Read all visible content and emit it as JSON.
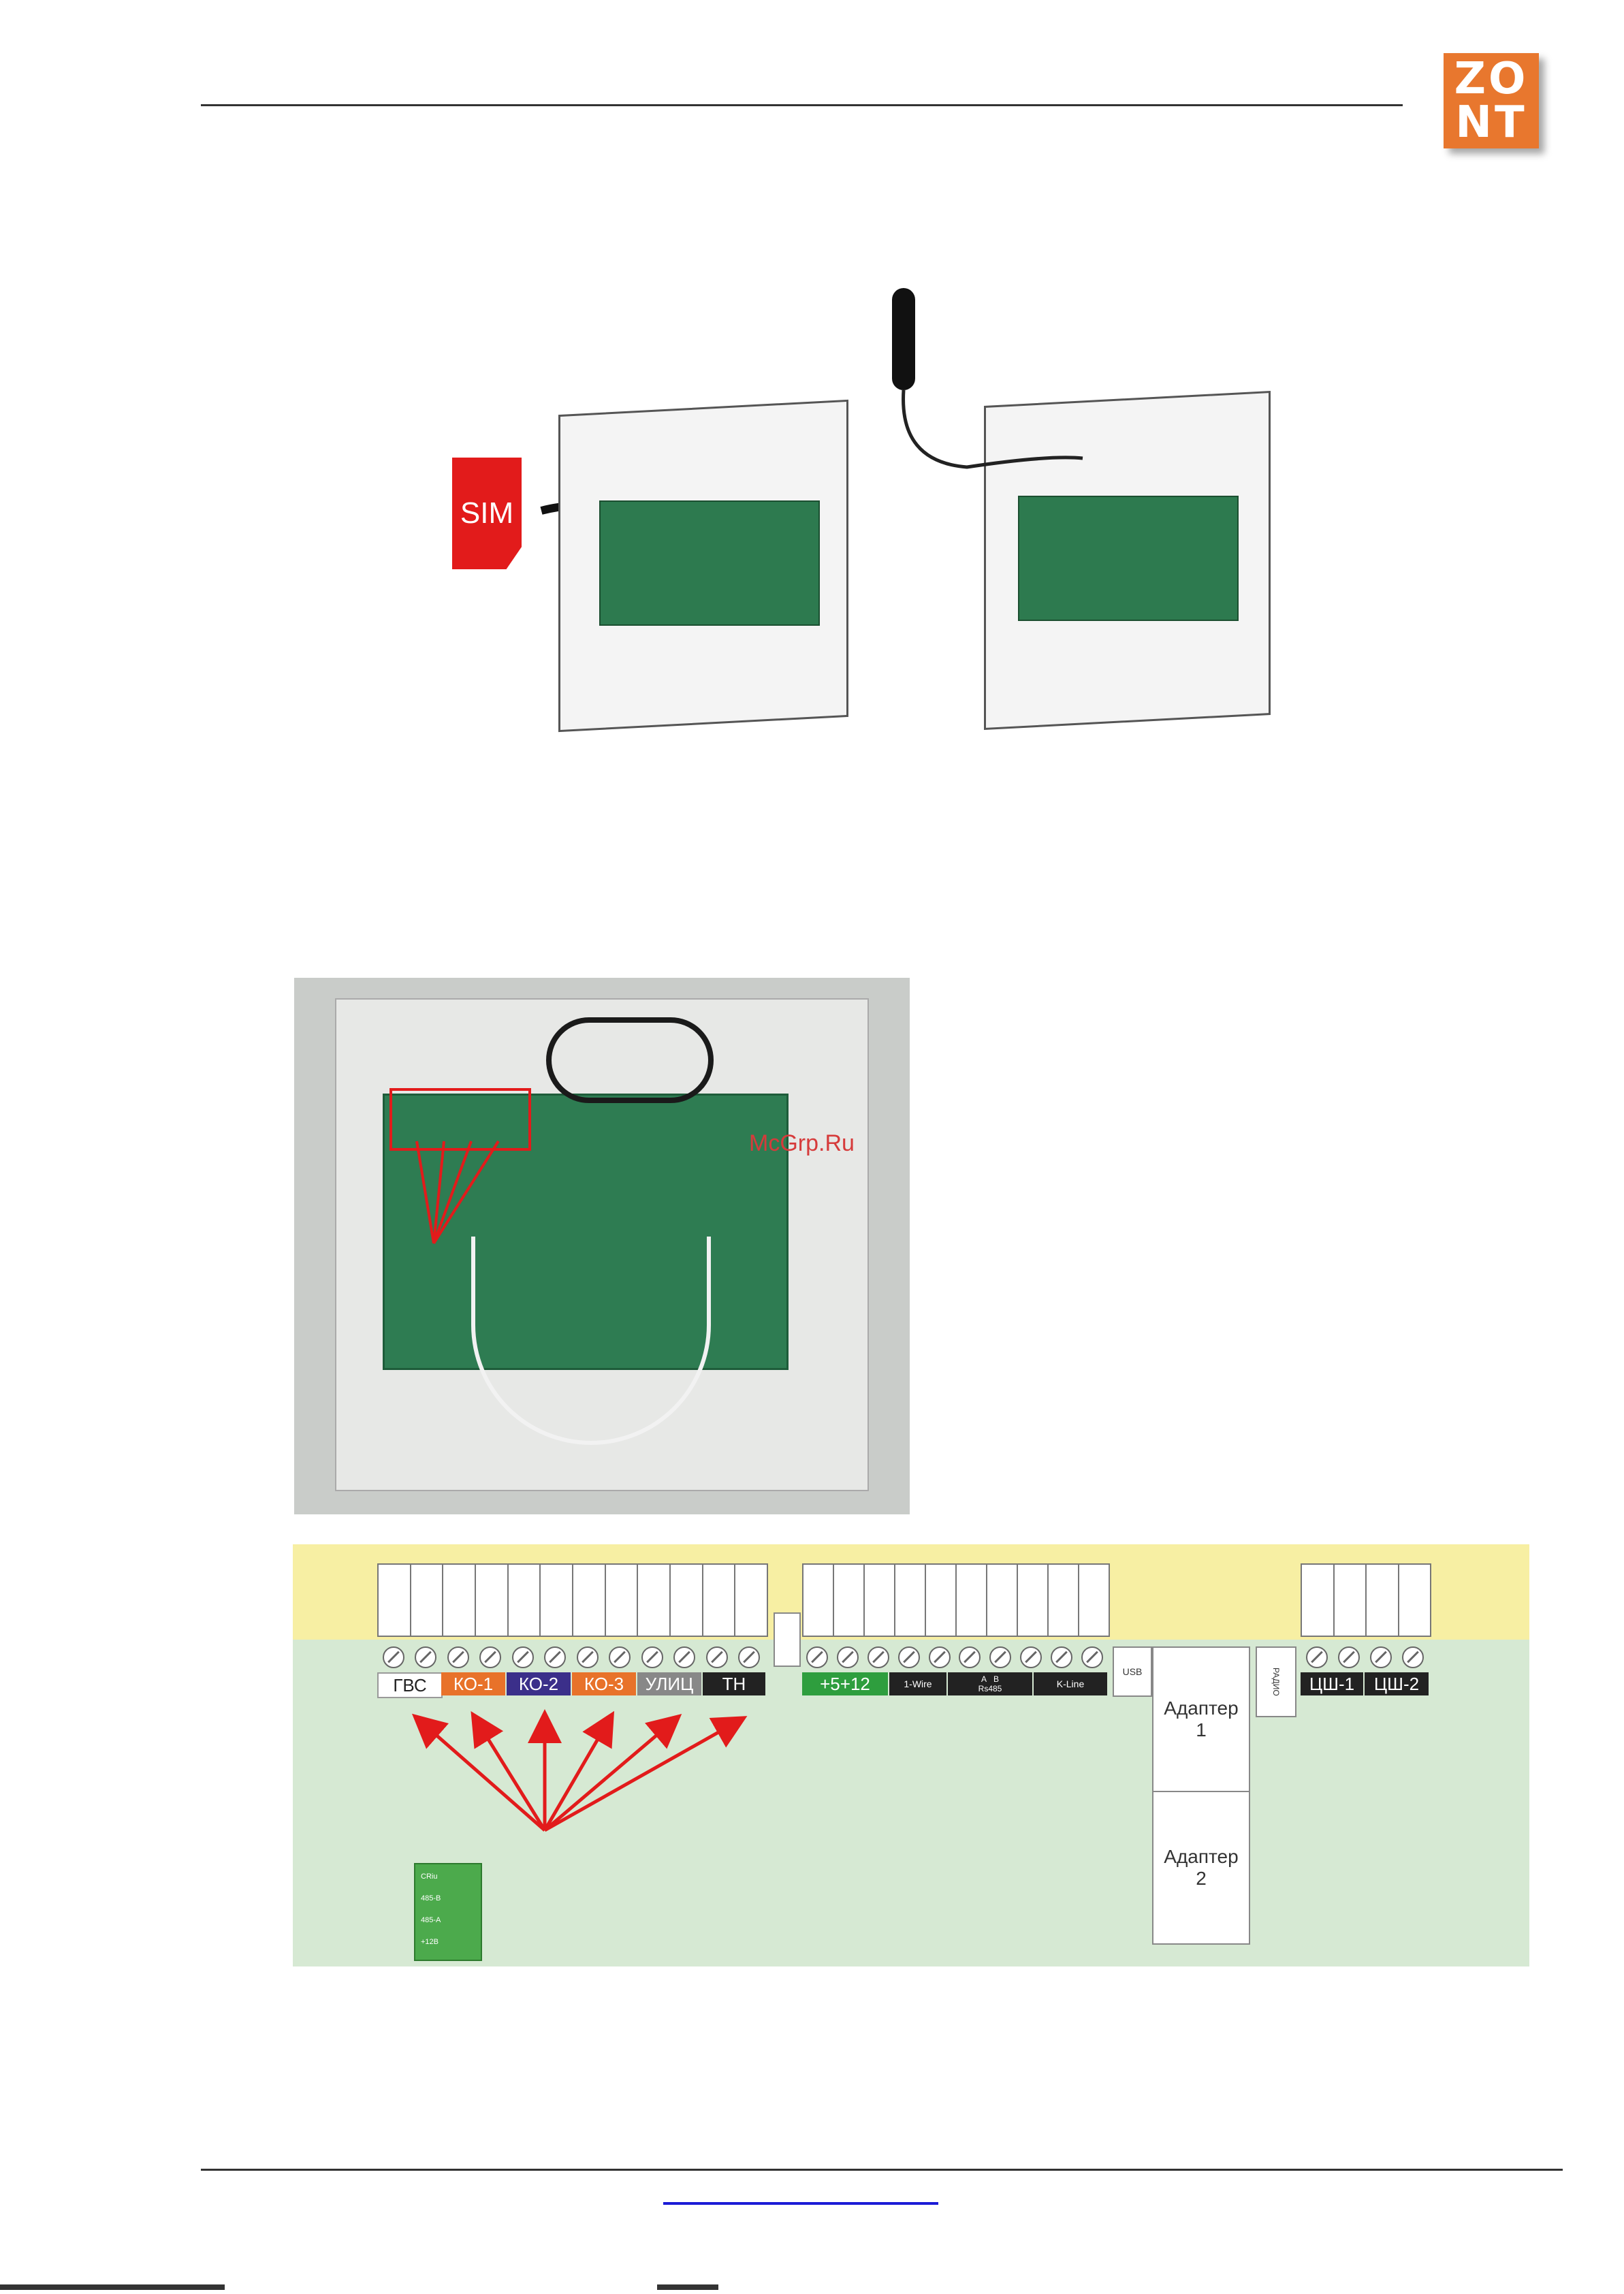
{
  "logo": {
    "line1": "ZO",
    "line2": "NT"
  },
  "figure1": {
    "sim_label": "SIM"
  },
  "figure2": {
    "watermark": "McGrp.Ru"
  },
  "diagram": {
    "labels": {
      "gvs": "ГВС",
      "ko1": "КО-1",
      "ko2": "КО-2",
      "ko3": "КО-3",
      "ulic": "УЛИЦ",
      "tn": "ТН",
      "power": "+5+12",
      "onewire": "1-Wire",
      "rs485_a": "A",
      "rs485_b": "B",
      "rs485": "Rs485",
      "kline": "K-Line",
      "usb": "USB",
      "radio": "РАДИО",
      "adapter1": "Адаптер\n1",
      "adapter2": "Адаптер\n2",
      "csh1": "ЦШ-1",
      "csh2": "ЦШ-2"
    },
    "colors": {
      "gvs": "#ffffff",
      "ko1": "#e8722a",
      "ko2": "#3b2f8a",
      "ko3": "#e8722a",
      "ulic": "#888888",
      "tn": "#222222",
      "power": "#2e9e3e",
      "bus": "#222222",
      "arrow": "#e21b1b"
    },
    "sensor_module": {
      "rows": [
        "CRiu",
        "485-B",
        "485-A",
        "+12B"
      ]
    }
  }
}
